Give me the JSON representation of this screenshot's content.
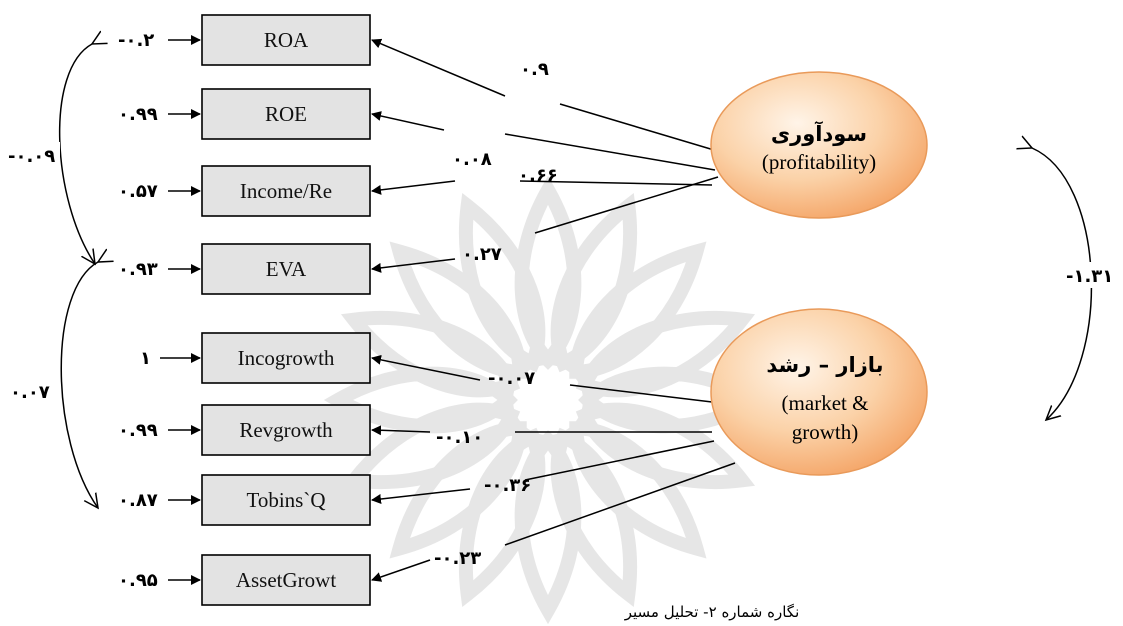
{
  "boxes": [
    {
      "label": "ROA",
      "error": "-۰.۲",
      "loading": "۰.۹"
    },
    {
      "label": "ROE",
      "error": "۰.۹۹",
      "loading": "۰.۰۸"
    },
    {
      "label": "Income/Re",
      "error": "۰.۵۷",
      "loading": "۰.۶۶"
    },
    {
      "label": "EVA",
      "error": "۰.۹۳",
      "loading": "۰.۲۷"
    },
    {
      "label": "Incogrowth",
      "error": "۱",
      "loading": "-۰.۰۷"
    },
    {
      "label": "Revgrowth",
      "error": "۰.۹۹",
      "loading": "-۰.۱۰"
    },
    {
      "label": "Tobins`Q",
      "error": "۰.۸۷",
      "loading": "-۰.۳۶"
    },
    {
      "label": "AssetGrowt",
      "error": "۰.۹۵",
      "loading": "-۰.۲۳"
    }
  ],
  "factors": [
    {
      "title": "سودآوری",
      "subtitle_lines": [
        "(profitability)"
      ]
    },
    {
      "title": "بازار – رشد",
      "subtitle_lines": [
        "(market &",
        "growth)"
      ]
    }
  ],
  "covariances": {
    "left_top": "-۰.۰۹",
    "left_bottom": "۰.۰۷",
    "factors": "-۱.۳۱"
  },
  "caption": "نگاره شماره ۲-  تحلیل مسیر"
}
